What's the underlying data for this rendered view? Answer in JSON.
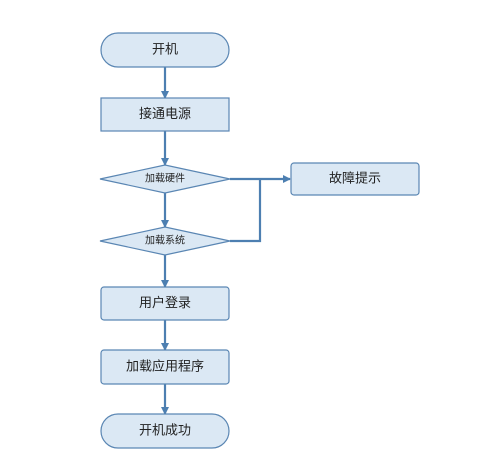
{
  "flowchart": {
    "nodes": {
      "power_on": "开机",
      "connect_power": "接通电源",
      "load_hardware": "加载硬件",
      "load_system": "加载系统",
      "fault_prompt": "故障提示",
      "user_login": "用户登录",
      "load_apps": "加载应用程序",
      "boot_success": "开机成功"
    },
    "colors": {
      "node_fill": "#dbe8f4",
      "node_stroke": "#5a86b3",
      "edge": "#4d7fb1"
    }
  }
}
